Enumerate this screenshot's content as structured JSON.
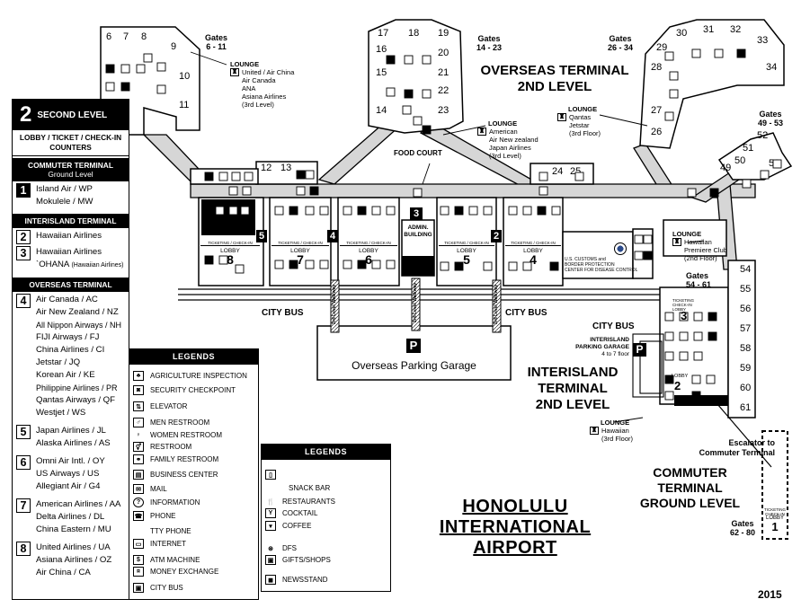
{
  "map": {
    "title_lines": [
      "HONOLULU",
      "INTERNATIONAL",
      "AIRPORT"
    ],
    "year": "2015"
  },
  "terminals": {
    "overseas": [
      "OVERSEAS TERMINAL",
      "2ND LEVEL"
    ],
    "interisland": [
      "INTERISLAND",
      "TERMINAL",
      "2ND LEVEL"
    ],
    "commuter": [
      "COMMUTER",
      "TERMINAL",
      "GROUND LEVEL"
    ]
  },
  "gate_groups": [
    {
      "label": "Gates",
      "range": "6 - 11"
    },
    {
      "label": "Gates",
      "range": "14 - 23"
    },
    {
      "label": "Gates",
      "range": "26 - 34"
    },
    {
      "label": "Gates",
      "range": "49 - 53"
    },
    {
      "label": "Gates",
      "range": "54 - 61"
    },
    {
      "label": "Gates",
      "range": "62 - 80"
    }
  ],
  "gates": [
    "6",
    "7",
    "8",
    "9",
    "10",
    "11",
    "12",
    "13",
    "14",
    "15",
    "16",
    "17",
    "18",
    "19",
    "20",
    "21",
    "22",
    "23",
    "24",
    "25",
    "26",
    "27",
    "28",
    "29",
    "30",
    "31",
    "32",
    "33",
    "34",
    "49",
    "50",
    "51",
    "52",
    "53",
    "54",
    "55",
    "56",
    "57",
    "58",
    "59",
    "60",
    "61"
  ],
  "lounges": [
    {
      "heading": "LOUNGE",
      "lines": [
        "United / Air China",
        "Air Canada",
        "ANA",
        "Asiana Airlines",
        "(3rd Level)"
      ]
    },
    {
      "heading": "LOUNGE",
      "lines": [
        "American",
        "Air New zealand",
        "Japan Airlines",
        "(3rd Level)"
      ]
    },
    {
      "heading": "LOUNGE",
      "lines": [
        "Qantas",
        "Jetstar",
        "(3rd Floor)"
      ]
    },
    {
      "heading": "LOUNGE",
      "lines": [
        "Hawaiian",
        "Premiere Club",
        "(2nd Floor)"
      ]
    },
    {
      "heading": "LOUNGE",
      "lines": [
        "Hawaiian",
        "(3rd Floor)"
      ]
    }
  ],
  "lobbies": [
    {
      "caption": "LOBBY",
      "number": "8"
    },
    {
      "caption": "LOBBY",
      "number": "7"
    },
    {
      "caption": "LOBBY",
      "number": "6"
    },
    {
      "caption": "LOBBY",
      "number": "5"
    },
    {
      "caption": "LOBBY",
      "number": "4"
    },
    {
      "caption": "LOBBY",
      "number": "3"
    },
    {
      "caption": "LOBBY",
      "number": "2"
    },
    {
      "caption": "LOBBY",
      "number": "1"
    }
  ],
  "markers": [
    "2",
    "3",
    "4",
    "5"
  ],
  "places": {
    "ticketing": "TICKETING / CHECK-IN",
    "food_court": "FOOD COURT",
    "admin": [
      "ADMIN.",
      "BUILDING"
    ],
    "customs": [
      "U.S. CUSTOMS and",
      "BORDER PROTECTION",
      "CENTER FOR DISEASE CONTROL"
    ],
    "city_bus": "CITY BUS",
    "parking": "Overseas Parking Garage",
    "parking_symbol": "P",
    "interisland_parking": [
      "INTERISLAND",
      "PARKING GARAGE",
      "4 to 7 floor"
    ],
    "walkways": [
      "3rd Level Walkway",
      "3rd Level Walkway",
      "3rd Level Walkway"
    ],
    "escalator": [
      "Escalator to",
      "Commuter Terminal"
    ],
    "ticketing_checkin": [
      "TICKETING",
      "CHECK-IN"
    ]
  },
  "directory": {
    "level_number": "2",
    "level_label": "SECOND LEVEL",
    "subtitle": [
      "LOBBY / TICKET / CHECK-IN",
      "COUNTERS"
    ],
    "sections": [
      {
        "heading": [
          "COMMUTER TERMINAL",
          "Ground Level"
        ],
        "rows": [
          {
            "num": "1",
            "inverted": true,
            "lines": [
              "Island Air / WP",
              "Mokulele / MW"
            ]
          }
        ]
      },
      {
        "heading": [
          "INTERISLAND TERMINAL"
        ],
        "rows": [
          {
            "num": "2",
            "inverted": false,
            "lines": [
              "Hawaiian Airlines"
            ]
          },
          {
            "num": "3",
            "inverted": false,
            "lines": [
              "Hawaiian Airlines"
            ],
            "sub": [
              "`OHANA",
              "(Hawaiian Airlines)"
            ]
          }
        ]
      },
      {
        "heading": [
          "OVERSEAS TERMINAL"
        ],
        "rows": [
          {
            "num": "4",
            "inverted": false,
            "lines": [
              "Air Canada / AC",
              "Air New Zealand / NZ",
              "All Nippon Airways / NH",
              "FIJI Airways / FJ",
              "China Airlines / CI",
              "Jetstar / JQ",
              "Korean Air / KE",
              "Philippine Airlines / PR",
              "Qantas Airways / QF",
              "Westjet / WS"
            ]
          },
          {
            "num": "5",
            "inverted": false,
            "lines": [
              "Japan Airlines / JL",
              "Alaska Airlines / AS"
            ]
          },
          {
            "num": "6",
            "inverted": false,
            "lines": [
              "Omni Air Intl. / OY",
              "US Airways / US",
              "Allegiant Air / G4"
            ]
          },
          {
            "num": "7",
            "inverted": false,
            "lines": [
              "American Airlines / AA",
              "Delta Airlines / DL",
              "China Eastern / MU"
            ]
          },
          {
            "num": "8",
            "inverted": false,
            "lines": [
              "United Airlines / UA",
              "Asiana Airlines / OZ",
              "Air China / CA"
            ]
          }
        ]
      }
    ]
  },
  "legend1": {
    "title": "LEGENDS",
    "items": [
      "AGRICULTURE INSPECTION",
      "SECURITY CHECKPOINT",
      "ELEVATOR",
      "MEN RESTROOM",
      "WOMEN RESTROOM",
      "RESTROOM",
      "FAMILY RESTROOM",
      "BUSINESS CENTER",
      "MAIL",
      "INFORMATION",
      "PHONE",
      "TTY PHONE",
      "INTERNET",
      "ATM MACHINE",
      "MONEY EXCHANGE",
      "CITY BUS"
    ]
  },
  "legend2": {
    "title": "LEGENDS",
    "items": [
      "SNACK BAR",
      "RESTAURANTS",
      "COCKTAIL",
      "COFFEE",
      "DFS",
      "GIFTS/SHOPS",
      "NEWSSTAND"
    ]
  }
}
